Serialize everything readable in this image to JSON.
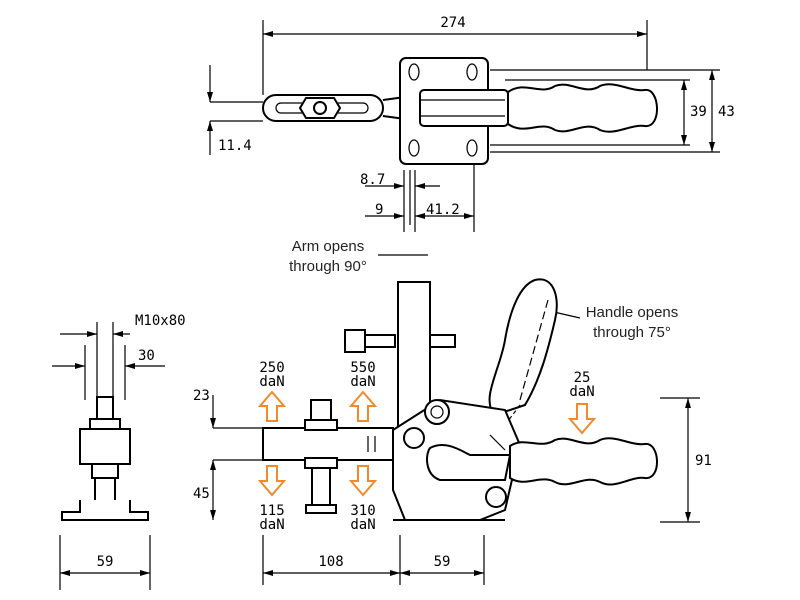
{
  "top_view": {
    "overall_length": "274",
    "height_inner": "39",
    "height_outer": "43",
    "thickness": "11.4",
    "slot_width": "8.7",
    "offset_a": "9",
    "offset_b": "41.2"
  },
  "front_view": {
    "arm_note_line1": "Arm opens",
    "arm_note_line2": "through 90°",
    "handle_note_line1": "Handle opens",
    "handle_note_line2": "through 75°",
    "above_height": "23",
    "below_height": "45",
    "total_height": "91",
    "base_left": "108",
    "base_right": "59",
    "force_up_left": "250",
    "force_up_mid": "550",
    "force_down_left": "115",
    "force_down_mid": "310",
    "force_handle": "25",
    "force_unit": "daN",
    "accent_color": "#f08a2e"
  },
  "side_view": {
    "bolt": "M10x80",
    "bolt_offset": "30",
    "base_width": "59"
  }
}
